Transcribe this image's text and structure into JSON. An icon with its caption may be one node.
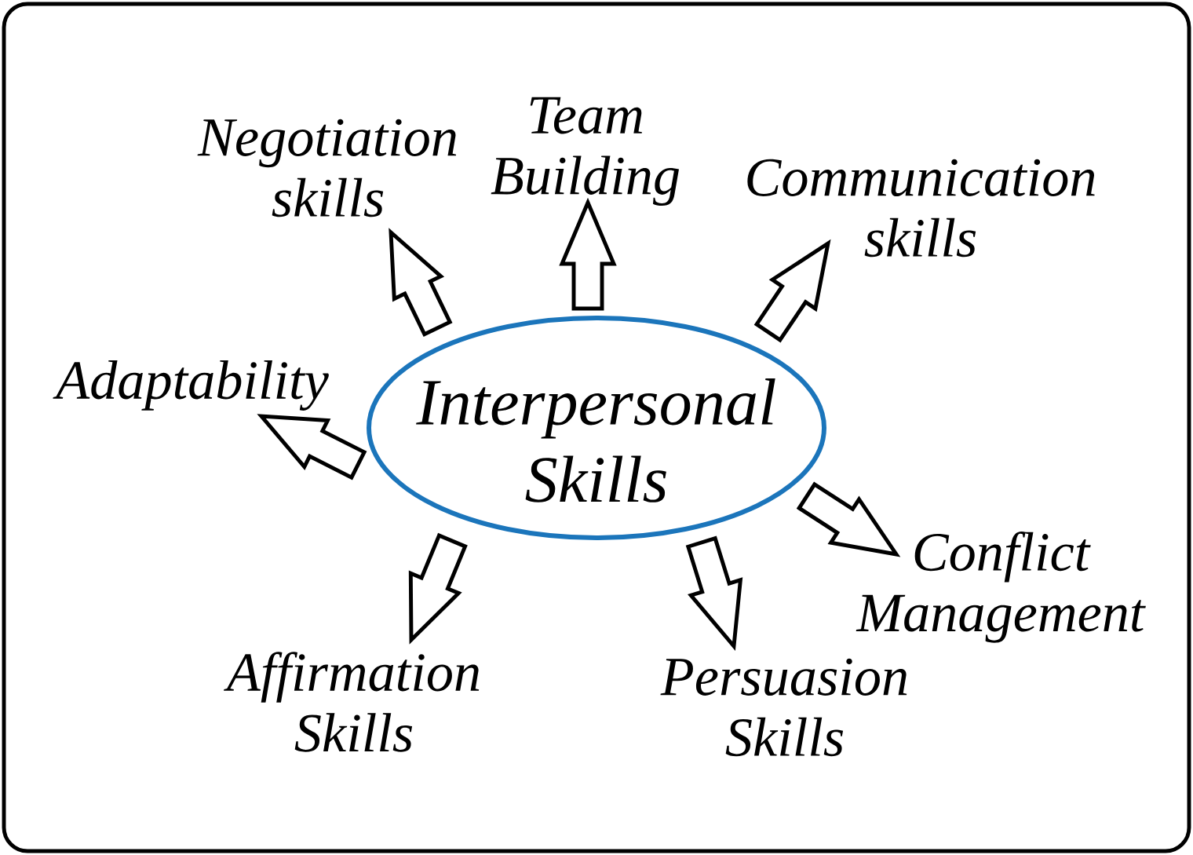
{
  "diagram": {
    "nodes": [
      {
        "text": [
          "Interpersonal Skills"
        ]
      },
      {
        "text": [
          "Negotiation skills"
        ]
      },
      {
        "text": [
          "Team Building"
        ]
      },
      {
        "text": [
          "Communication skills"
        ]
      },
      {
        "text": [
          "Adaptability"
        ]
      },
      {
        "text": [
          "Conflict Management"
        ]
      },
      {
        "text": [
          "Affirmation Skills"
        ]
      },
      {
        "text": [
          "Persuasion Skills"
        ]
      }
    ],
    "edges": [
      {
        "from": 0,
        "to": 1,
        "arrow": "to"
      },
      {
        "from": 0,
        "to": 2,
        "arrow": "to"
      },
      {
        "from": 0,
        "to": 3,
        "arrow": "to"
      },
      {
        "from": 0,
        "to": 4,
        "arrow": "to"
      },
      {
        "from": 0,
        "to": 5,
        "arrow": "to"
      },
      {
        "from": 0,
        "to": 6,
        "arrow": "to"
      },
      {
        "from": 0,
        "to": 7,
        "arrow": "to"
      }
    ]
  }
}
